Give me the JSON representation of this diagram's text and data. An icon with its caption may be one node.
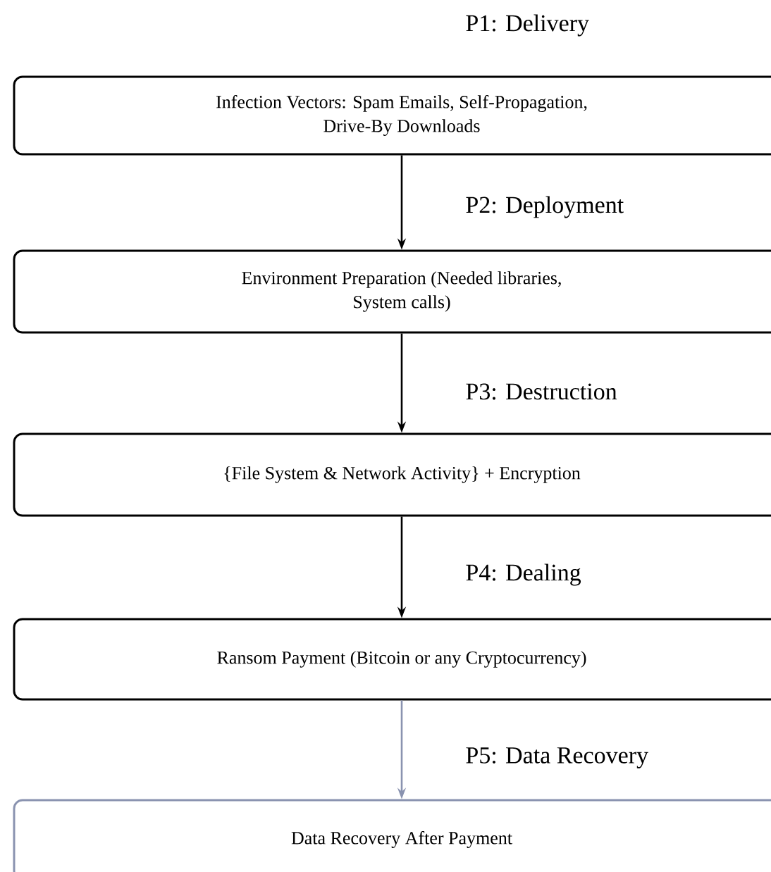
{
  "diagram": {
    "nodes": [
      {
        "text": [
          "Infection Vectors: Spam Emails, Self-Propagation, Drive-By Downloads"
        ]
      },
      {
        "text": [
          "Environment Preparation (Needed libraries, System calls)"
        ]
      },
      {
        "text": [
          "{File System & Network Activity} + Encryption"
        ]
      },
      {
        "text": [
          "Ransom Payment (Bitcoin or any Cryptocurrency)"
        ]
      },
      {
        "text": [
          "Data Recovery After Payment"
        ]
      }
    ],
    "edges": [
      {
        "from": 0,
        "to": 1,
        "arrow": "to"
      },
      {
        "from": 1,
        "to": 2,
        "arrow": "to"
      },
      {
        "from": 2,
        "to": 3,
        "arrow": "to"
      },
      {
        "from": 3,
        "to": 4,
        "arrow": "to",
        "color": "#8a93b0"
      }
    ],
    "labels": [
      "P1: Delivery",
      "P2: Deployment",
      "P3: Destruction",
      "P4: Dealing",
      "P5: Data Recovery"
    ]
  }
}
